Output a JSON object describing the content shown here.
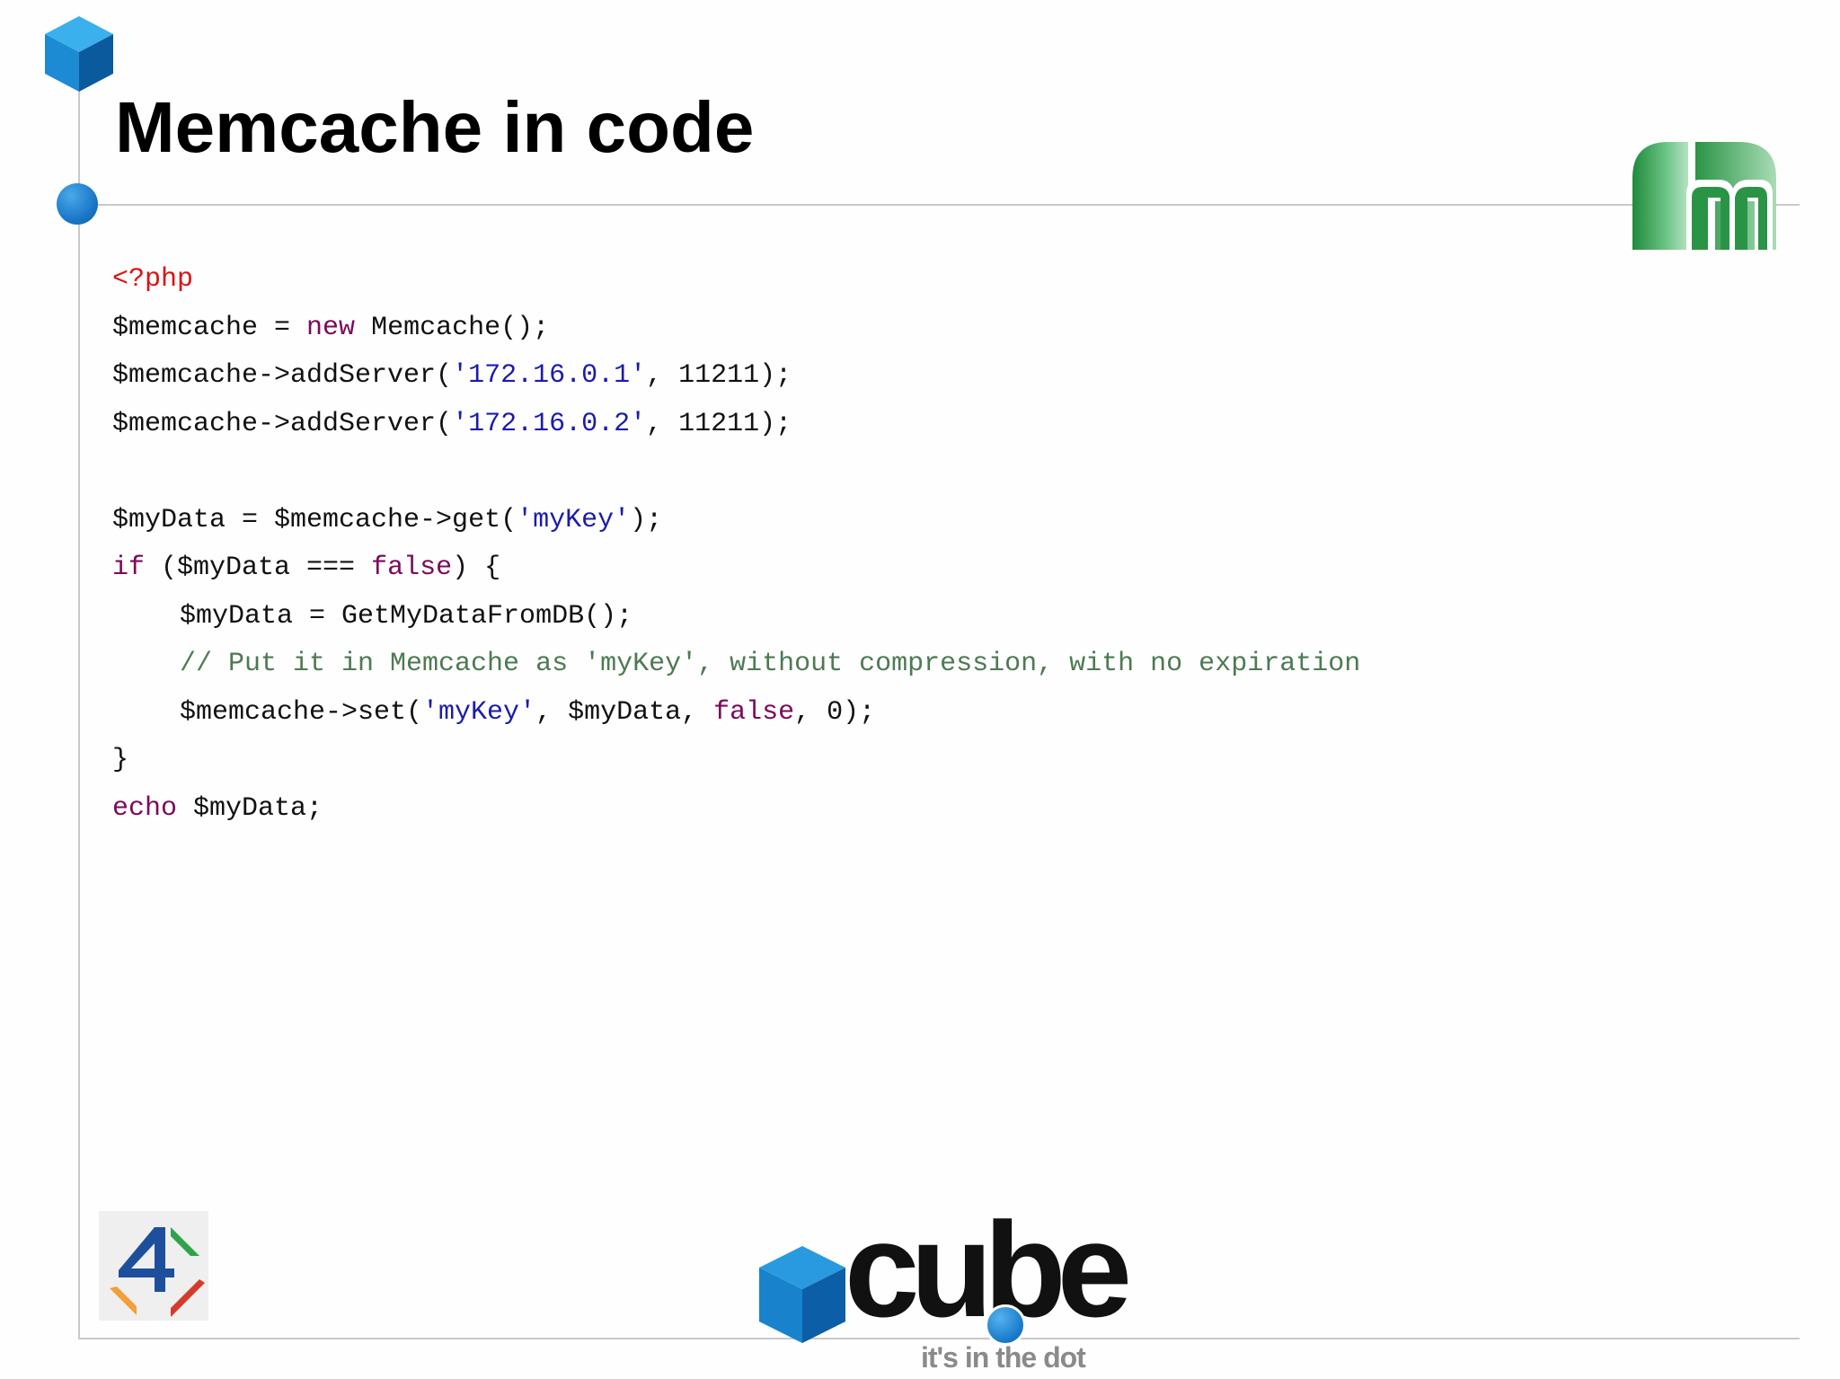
{
  "slide": {
    "title": "Memcache in code"
  },
  "code": {
    "lines": [
      [
        {
          "t": "<?php",
          "c": "tag"
        }
      ],
      [
        {
          "t": "$memcache = ",
          "c": "plain"
        },
        {
          "t": "new",
          "c": "kw"
        },
        {
          "t": " Memcache();",
          "c": "plain"
        }
      ],
      [
        {
          "t": "$memcache->addServer(",
          "c": "plain"
        },
        {
          "t": "'172.16.0.1'",
          "c": "str"
        },
        {
          "t": ", 11211);",
          "c": "plain"
        }
      ],
      [
        {
          "t": "$memcache->addServer(",
          "c": "plain"
        },
        {
          "t": "'172.16.0.2'",
          "c": "str"
        },
        {
          "t": ", 11211);",
          "c": "plain"
        }
      ],
      [],
      [
        {
          "t": "$myData = $memcache->get(",
          "c": "plain"
        },
        {
          "t": "'myKey'",
          "c": "str"
        },
        {
          "t": ");",
          "c": "plain"
        }
      ],
      [
        {
          "t": "if",
          "c": "kw"
        },
        {
          "t": " ($myData === ",
          "c": "plain"
        },
        {
          "t": "false",
          "c": "kw"
        },
        {
          "t": ") {",
          "c": "plain"
        }
      ],
      [
        {
          "t": "$myData = GetMyDataFromDB();",
          "c": "plain",
          "indent": true
        }
      ],
      [
        {
          "t": "// Put it in Memcache as 'myKey', without compression, with no expiration",
          "c": "cmt",
          "indent": true
        }
      ],
      [
        {
          "t": "$memcache->set(",
          "c": "plain",
          "indent": true
        },
        {
          "t": "'myKey'",
          "c": "str"
        },
        {
          "t": ", $myData, ",
          "c": "plain"
        },
        {
          "t": "false",
          "c": "kw"
        },
        {
          "t": ", 0);",
          "c": "plain"
        }
      ],
      [
        {
          "t": "}",
          "c": "plain"
        }
      ],
      [
        {
          "t": "echo",
          "c": "kw"
        },
        {
          "t": " $myData;",
          "c": "plain"
        }
      ]
    ]
  },
  "branding": {
    "cube_word": "cube",
    "tagline": "it's in the dot"
  },
  "colors": {
    "keyword": "#7a0a5a",
    "string": "#1c1ca8",
    "php_tag": "#dd1010",
    "comment": "#4d7a52",
    "accent_blue": "#1a78c8",
    "memcache_green": "#2e9a4c"
  },
  "icons": {
    "corner": "blue-cube-icon",
    "bullet": "blue-dot-icon",
    "memcache": "memcache-m-logo-icon",
    "four": "four-logo-icon",
    "cube": "blue-cube-logo-icon"
  }
}
